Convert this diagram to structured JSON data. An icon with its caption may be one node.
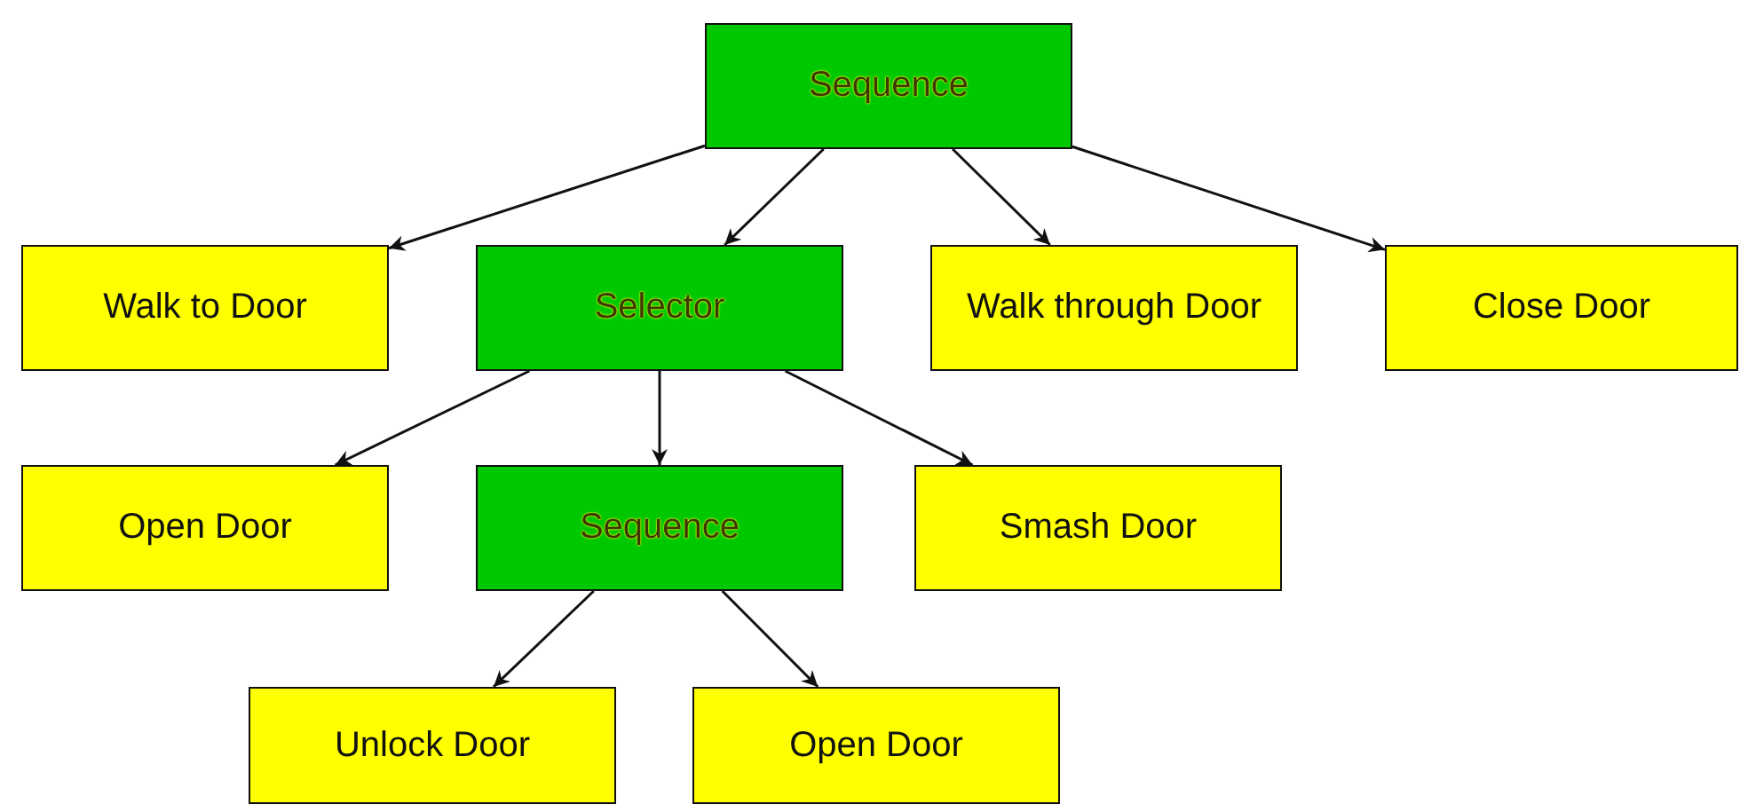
{
  "diagram": {
    "nodes": [
      {
        "text": [
          "Sequence"
        ]
      },
      {
        "text": [
          "Walk to Door"
        ]
      },
      {
        "text": [
          "Selector"
        ]
      },
      {
        "text": [
          "Walk through Door"
        ]
      },
      {
        "text": [
          "Close Door"
        ]
      },
      {
        "text": [
          "Open Door"
        ]
      },
      {
        "text": [
          "Sequence"
        ]
      },
      {
        "text": [
          "Smash Door"
        ]
      },
      {
        "text": [
          "Unlock Door"
        ]
      },
      {
        "text": [
          "Open Door"
        ]
      }
    ],
    "edges": [
      {
        "from": 0,
        "to": 1,
        "arrow": "to"
      },
      {
        "from": 0,
        "to": 2,
        "arrow": "to"
      },
      {
        "from": 0,
        "to": 3,
        "arrow": "to"
      },
      {
        "from": 0,
        "to": 4,
        "arrow": "to"
      },
      {
        "from": 2,
        "to": 5,
        "arrow": "to"
      },
      {
        "from": 2,
        "to": 6,
        "arrow": "to"
      },
      {
        "from": 2,
        "to": 7,
        "arrow": "to"
      },
      {
        "from": 6,
        "to": 8,
        "arrow": "to"
      },
      {
        "from": 6,
        "to": 9,
        "arrow": "to"
      }
    ]
  }
}
